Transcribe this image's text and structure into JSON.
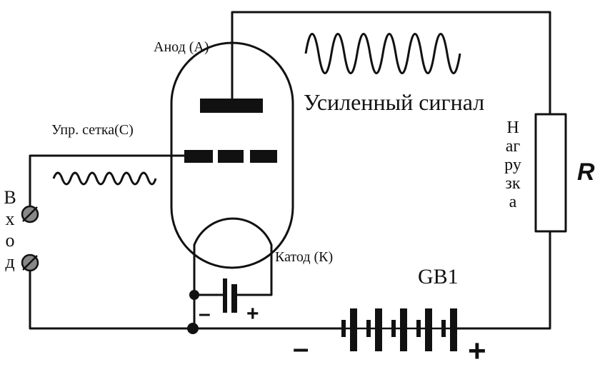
{
  "labels": {
    "anode": "Анод (А)",
    "grid": "Упр. сетка(С)",
    "cathode": "Катод (К)",
    "amplified": "Усиленный сигнал",
    "load": "Нагрузка",
    "input": "Вход",
    "battery": "GB1",
    "resistor": "R",
    "bias_minus": "–",
    "bias_plus": "+",
    "main_minus": "–",
    "main_plus": "+"
  }
}
